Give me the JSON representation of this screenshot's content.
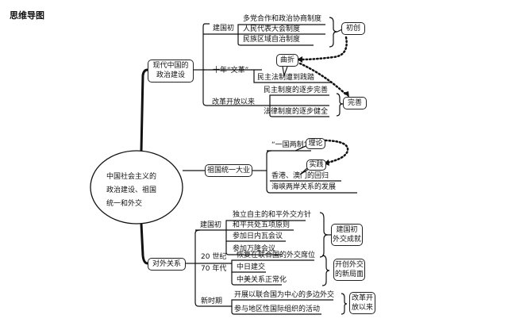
{
  "title": "思维导图",
  "center": {
    "lines": [
      "中国社会主义的",
      "政治建设、祖国",
      "统一和外交"
    ]
  },
  "branches": {
    "political": {
      "label_lines": [
        "现代中国的",
        "政治建设"
      ],
      "stages": [
        {
          "label": "建国初",
          "items": [
            "多党合作和政治协商制度",
            "人民代表大会制度",
            "民族区域自治制度"
          ],
          "summary": "初创"
        },
        {
          "label": "十年“文革”",
          "items": [
            "民主法制遭到践踏"
          ],
          "callout": "曲折"
        },
        {
          "label": "改革开放以来",
          "items": [
            "民主制度的逐步完善",
            "法律制度的逐步健全"
          ],
          "summary": "完善"
        }
      ]
    },
    "unification": {
      "label": "祖国统一大业",
      "policy": "“一国两制”",
      "callout_theory": "理论",
      "callout_practice": "实践",
      "items": [
        "香港、澳门的回归",
        "海峡两岸关系的发展"
      ]
    },
    "foreign": {
      "label": "对外关系",
      "stages": [
        {
          "label": "建国初",
          "items": [
            "独立自主的和平外交方针",
            "和平共处五项原则",
            "参加日内瓦会议",
            "参加万隆会议"
          ],
          "summary_lines": [
            "建国初",
            "外交成就"
          ]
        },
        {
          "label_lines": [
            "20 世纪",
            "70 年代"
          ],
          "items": [
            "恢复在联合国的外交席位",
            "中日建交",
            "中美关系正常化"
          ],
          "summary_lines": [
            "开创外交",
            "的新局面"
          ]
        },
        {
          "label": "新时期",
          "items": [
            "开展以联合国为中心的多边外交",
            "参与地区性国际组织的活动"
          ],
          "summary_lines": [
            "改革开",
            "放以来"
          ]
        }
      ]
    }
  }
}
